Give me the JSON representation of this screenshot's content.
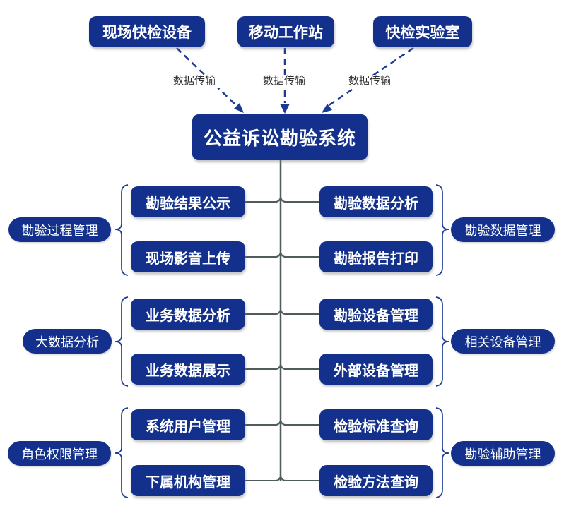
{
  "diagram": {
    "sources": [
      {
        "label": "现场快检设备"
      },
      {
        "label": "移动工作站"
      },
      {
        "label": "快检实验室"
      }
    ],
    "transfer_labels": [
      "数据传输",
      "数据传输",
      "数据传输"
    ],
    "center": {
      "label": "公益诉讼勘验系统"
    },
    "groups": [
      {
        "side": "left",
        "category": "勘验过程管理",
        "items": [
          "勘验结果公示",
          "现场影音上传"
        ]
      },
      {
        "side": "right",
        "category": "勘验数据管理",
        "items": [
          "勘验数据分析",
          "勘验报告打印"
        ]
      },
      {
        "side": "left",
        "category": "大数据分析",
        "items": [
          "业务数据分析",
          "业务数据展示"
        ]
      },
      {
        "side": "right",
        "category": "相关设备管理",
        "items": [
          "勘验设备管理",
          "外部设备管理"
        ]
      },
      {
        "side": "left",
        "category": "角色权限管理",
        "items": [
          "系统用户管理",
          "下属机构管理"
        ]
      },
      {
        "side": "right",
        "category": "勘验辅助管理",
        "items": [
          "检验标准查询",
          "检验方法查询"
        ]
      }
    ],
    "colors": {
      "node_fill": "#13318c",
      "connector_gray": "#4f5b5d",
      "arrow_blue": "#1b3a94",
      "label_text": "#2f2f2f"
    }
  }
}
